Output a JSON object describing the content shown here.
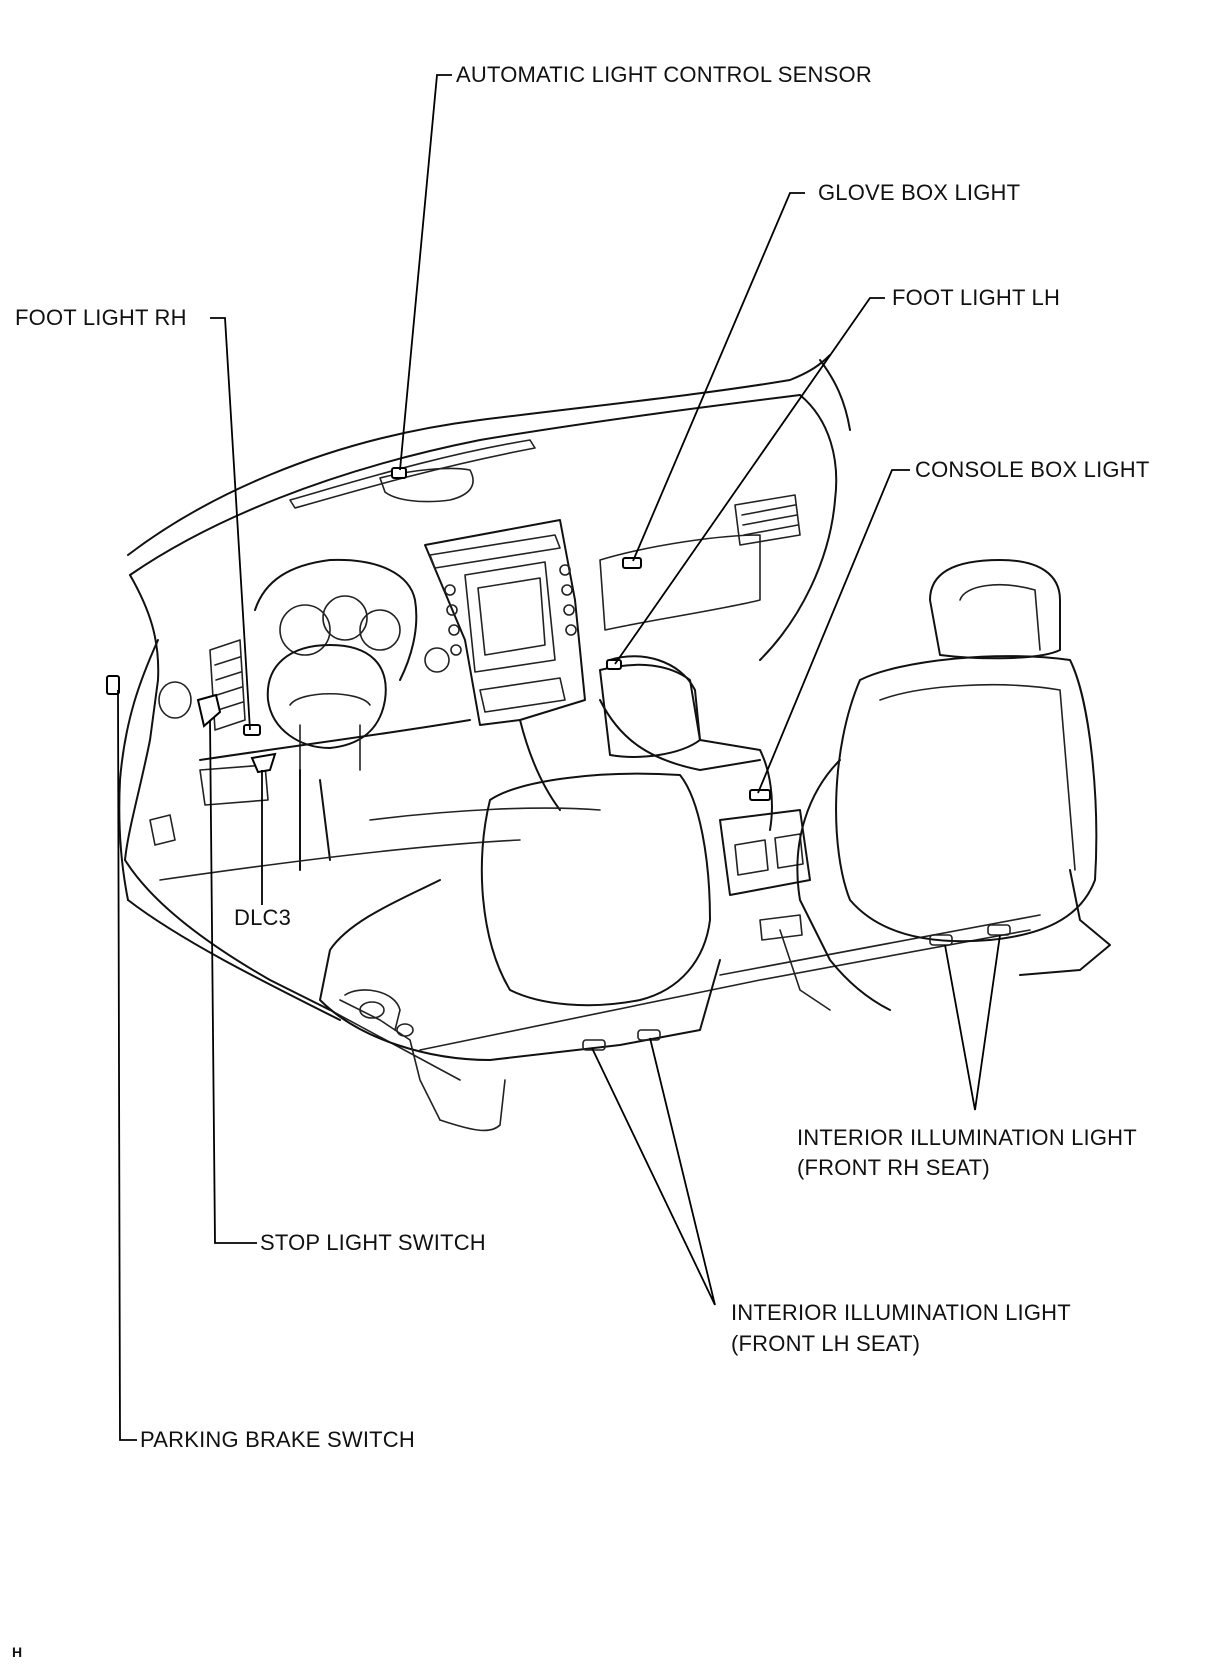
{
  "labels": {
    "auto_light_sensor": "AUTOMATIC LIGHT CONTROL SENSOR",
    "glove_box_light": "GLOVE BOX LIGHT",
    "foot_light_rh": "FOOT LIGHT RH",
    "foot_light_lh": "FOOT LIGHT LH",
    "console_box_light": "CONSOLE BOX LIGHT",
    "dlc3": "DLC3",
    "rh_seat_light_1": "INTERIOR ILLUMINATION LIGHT",
    "rh_seat_light_2": "(FRONT RH SEAT)",
    "stop_light_switch": "STOP LIGHT SWITCH",
    "lh_seat_light_1": "INTERIOR ILLUMINATION LIGHT",
    "lh_seat_light_2": "(FRONT LH SEAT)",
    "parking_brake_switch": "PARKING BRAKE SWITCH"
  },
  "corner_mark": "H"
}
